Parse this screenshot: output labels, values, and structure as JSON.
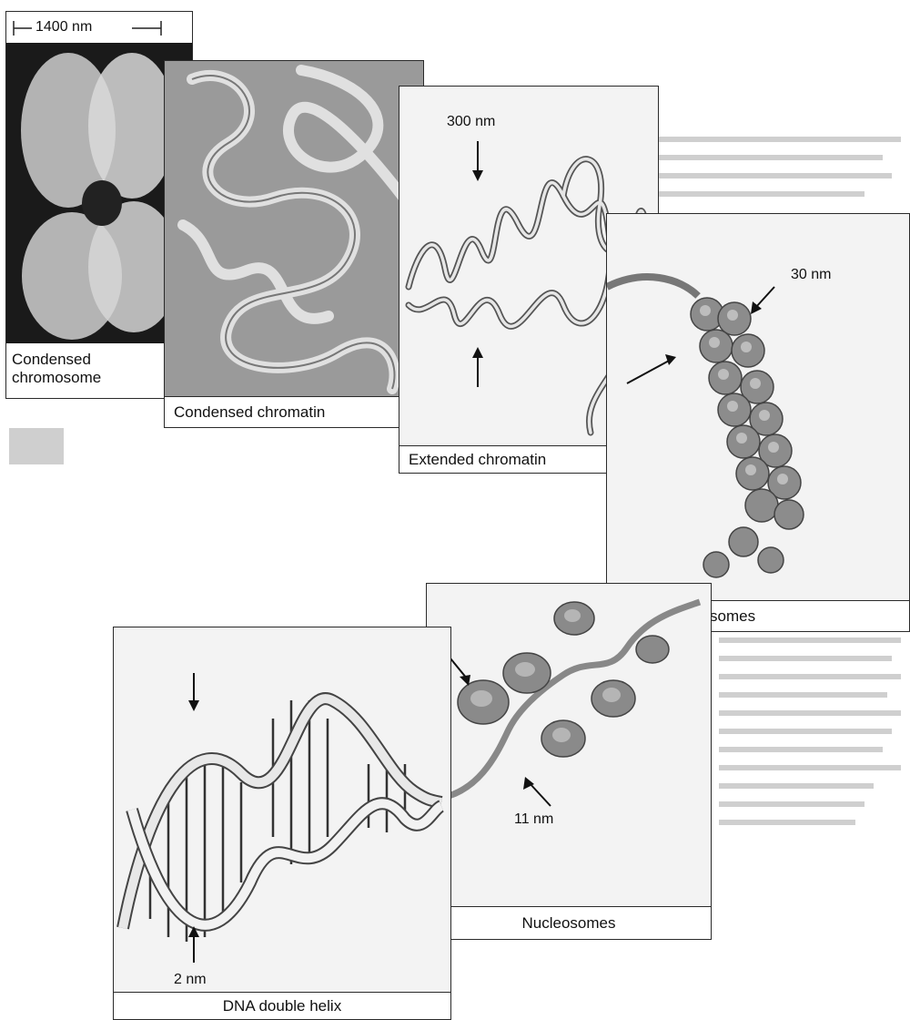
{
  "scale_bar": "1400 nm",
  "panels": {
    "condensed_chromosome": "Condensed\nchromosome",
    "condensed_chromatin": "Condensed chromatin",
    "extended_chromatin": "Extended chromatin",
    "coiled_nucleosomes": "Coiled nucleosomes",
    "nucleosomes": "Nucleosomes",
    "dna_double_helix": "DNA double helix"
  },
  "dimensions": {
    "extended": "300 nm",
    "coiled": "30 nm",
    "nucleosome": "11 nm",
    "helix": "2 nm"
  },
  "colors": {
    "line": "#2a2a2a",
    "panel": "#f3f3f3",
    "chromatin_bg": "#9a9a9a",
    "fiber": "#d8d8d8",
    "bead": "#8c8c8c"
  }
}
